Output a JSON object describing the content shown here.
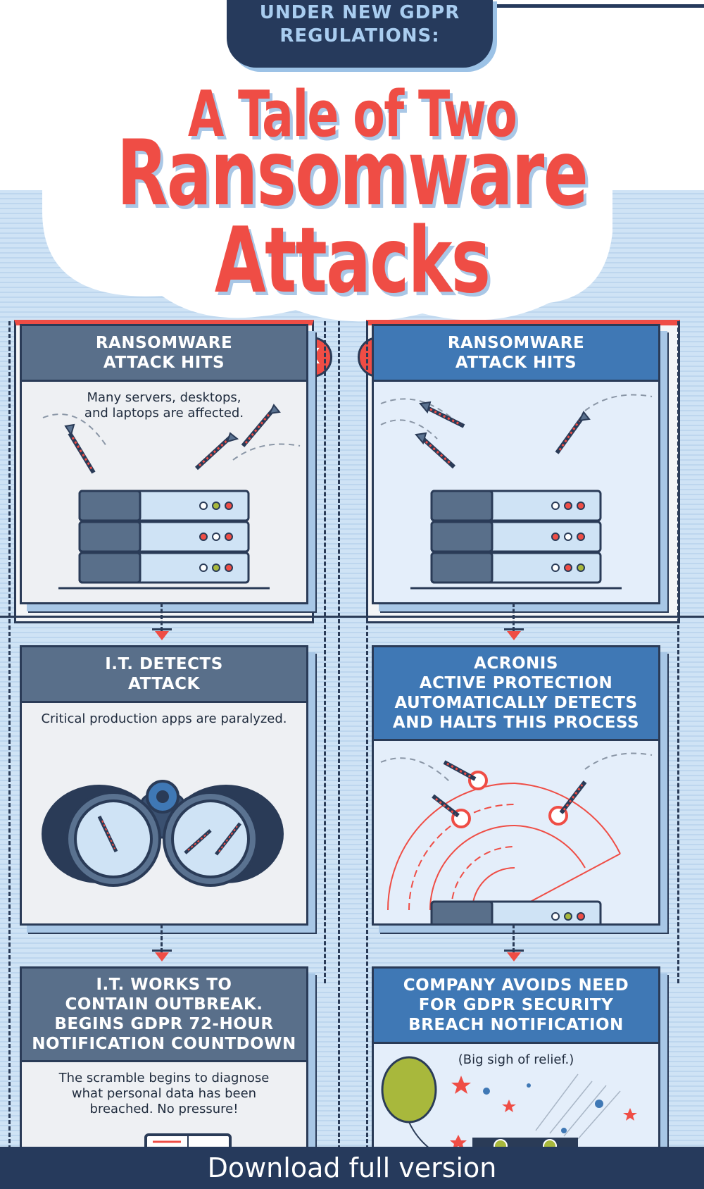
{
  "header": {
    "tab_line1": "UNDER NEW GDPR",
    "tab_line2": "REGULATIONS:"
  },
  "title": {
    "line1": "A Tale of Two",
    "line2": "Ransomware",
    "line3": "Attacks"
  },
  "left_column": [
    {
      "heading": [
        "RANSOMWARE",
        "ATTACK HITS"
      ],
      "description": [
        "Many servers, desktops,",
        "and laptops are affected."
      ],
      "illustration": "server-rack-under-dart-attack"
    },
    {
      "heading": [
        "I.T. DETECTS",
        "ATTACK"
      ],
      "description": [
        "Critical production apps are paralyzed."
      ],
      "illustration": "binoculars-with-darts"
    },
    {
      "heading": [
        "I.T. WORKS TO",
        "CONTAIN OUTBREAK.",
        "BEGINS GDPR 72-HOUR",
        "NOTIFICATION COUNTDOWN"
      ],
      "description": [
        "The scramble begins to diagnose",
        "what personal data has been",
        "breached. No pressure!"
      ],
      "illustration": "laptop-screen"
    }
  ],
  "right_column": [
    {
      "heading": [
        "RANSOMWARE",
        "ATTACK HITS"
      ],
      "description": [],
      "illustration": "server-rack-under-dart-attack"
    },
    {
      "heading": [
        "ACRONIS",
        "ACTIVE PROTECTION",
        "AUTOMATICALLY DETECTS",
        "AND HALTS THIS PROCESS"
      ],
      "description": [],
      "illustration": "radar-targeting-darts"
    },
    {
      "heading": [
        "COMPANY AVOIDS NEED",
        "FOR GDPR SECURITY",
        "BREACH NOTIFICATION"
      ],
      "description": [
        "(Big sigh of relief.)"
      ],
      "illustration": "balloon-celebration"
    }
  ],
  "badges": {
    "x_mark": "X"
  },
  "footer": {
    "download_label": "Download full version"
  },
  "colors": {
    "navy": "#263a5c",
    "accent_red": "#ef4d45",
    "sky_blue": "#cfe3f5",
    "left_header": "#596f8a",
    "right_header": "#3f78b5"
  }
}
